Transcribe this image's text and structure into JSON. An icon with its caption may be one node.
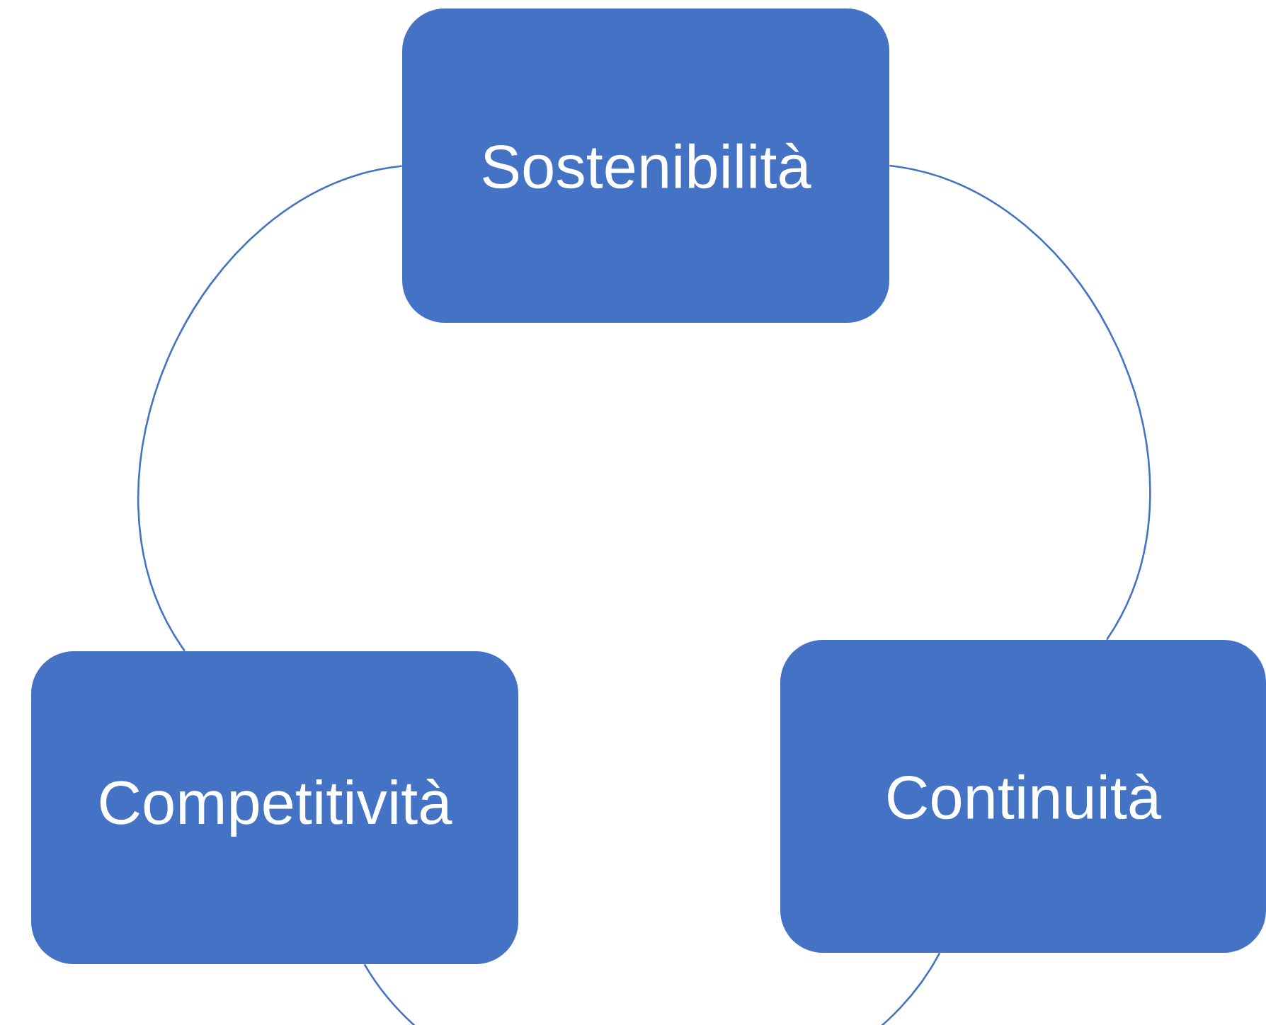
{
  "diagram": {
    "nodes": [
      {
        "text": [
          "Sostenibilità"
        ]
      },
      {
        "text": [
          "Continuità"
        ]
      },
      {
        "text": [
          "Competitività"
        ]
      }
    ],
    "edges": [
      {
        "from": 0,
        "to": 1,
        "arrow": "none"
      },
      {
        "from": 1,
        "to": 2,
        "arrow": "none"
      },
      {
        "from": 2,
        "to": 0,
        "arrow": "none"
      }
    ]
  }
}
